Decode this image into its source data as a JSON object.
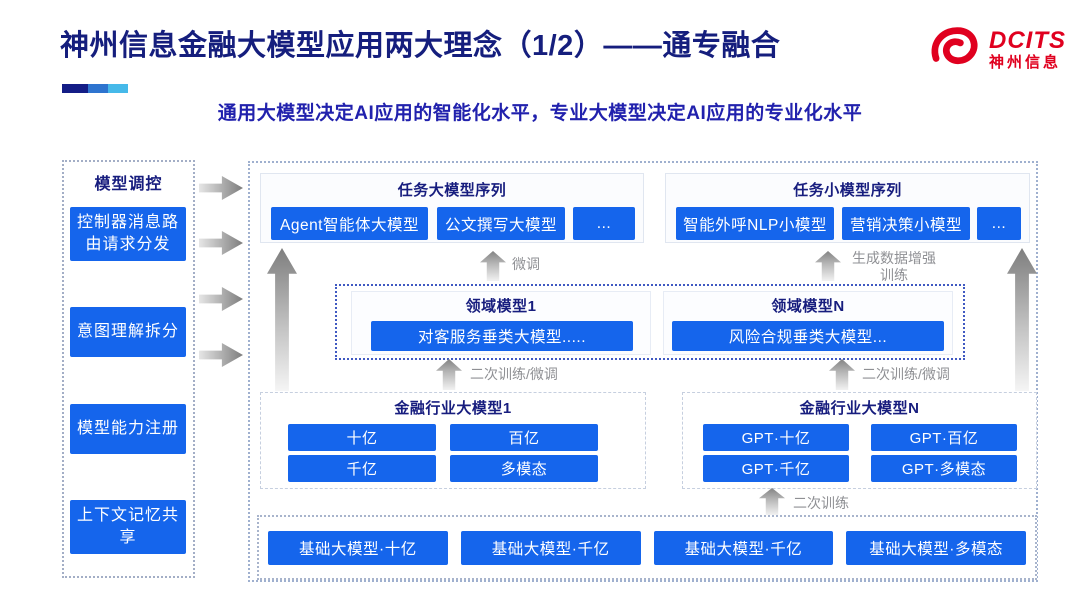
{
  "colors": {
    "accent_blue": "#1565ec",
    "navy_text": "#171d7e",
    "title_navy": "#151e7d",
    "subtitle_blue": "#2121ad",
    "logo_red": "#e0001f",
    "annotation_gray": "#8f9094"
  },
  "header": {
    "title": "神州信息金融大模型应用两大理念（1/2）——通专融合",
    "subtitle": "通用大模型决定AI应用的智能化水平，专业大模型决定AI应用的专业化水平",
    "logo": {
      "name": "DCITS",
      "cn": "神州信息"
    }
  },
  "sidebar": {
    "title": "模型调控",
    "items": [
      "控制器消息路由请求分发",
      "意图理解拆分",
      "模型能力注册",
      "上下文记忆共享"
    ]
  },
  "main": {
    "task_large": {
      "title": "任务大模型序列",
      "items": [
        "Agent智能体大模型",
        "公文撰写大模型",
        "..."
      ]
    },
    "task_small": {
      "title": "任务小模型序列",
      "items": [
        "智能外呼NLP小模型",
        "营销决策小模型",
        "..."
      ]
    },
    "annotations": {
      "finetune": "微调",
      "augment": "生成数据增强训练",
      "retrain_left": "二次训练/微调",
      "retrain_right": "二次训练/微调",
      "retrain": "二次训练"
    },
    "domain": {
      "left": {
        "title": "领域模型1",
        "item": "对客服务垂类大模型....."
      },
      "right": {
        "title": "领域模型N",
        "item": "风险合规垂类大模型..."
      }
    },
    "industry": {
      "left": {
        "title": "金融行业大模型1",
        "items": [
          "十亿",
          "百亿",
          "千亿",
          "多模态"
        ]
      },
      "right": {
        "title": "金融行业大模型N",
        "items": [
          "GPT·十亿",
          "GPT·百亿",
          "GPT·千亿",
          "GPT·多模态"
        ]
      }
    },
    "foundation": {
      "items": [
        "基础大模型·十亿",
        "基础大模型·千亿",
        "基础大模型·千亿",
        "基础大模型·多模态"
      ]
    }
  }
}
